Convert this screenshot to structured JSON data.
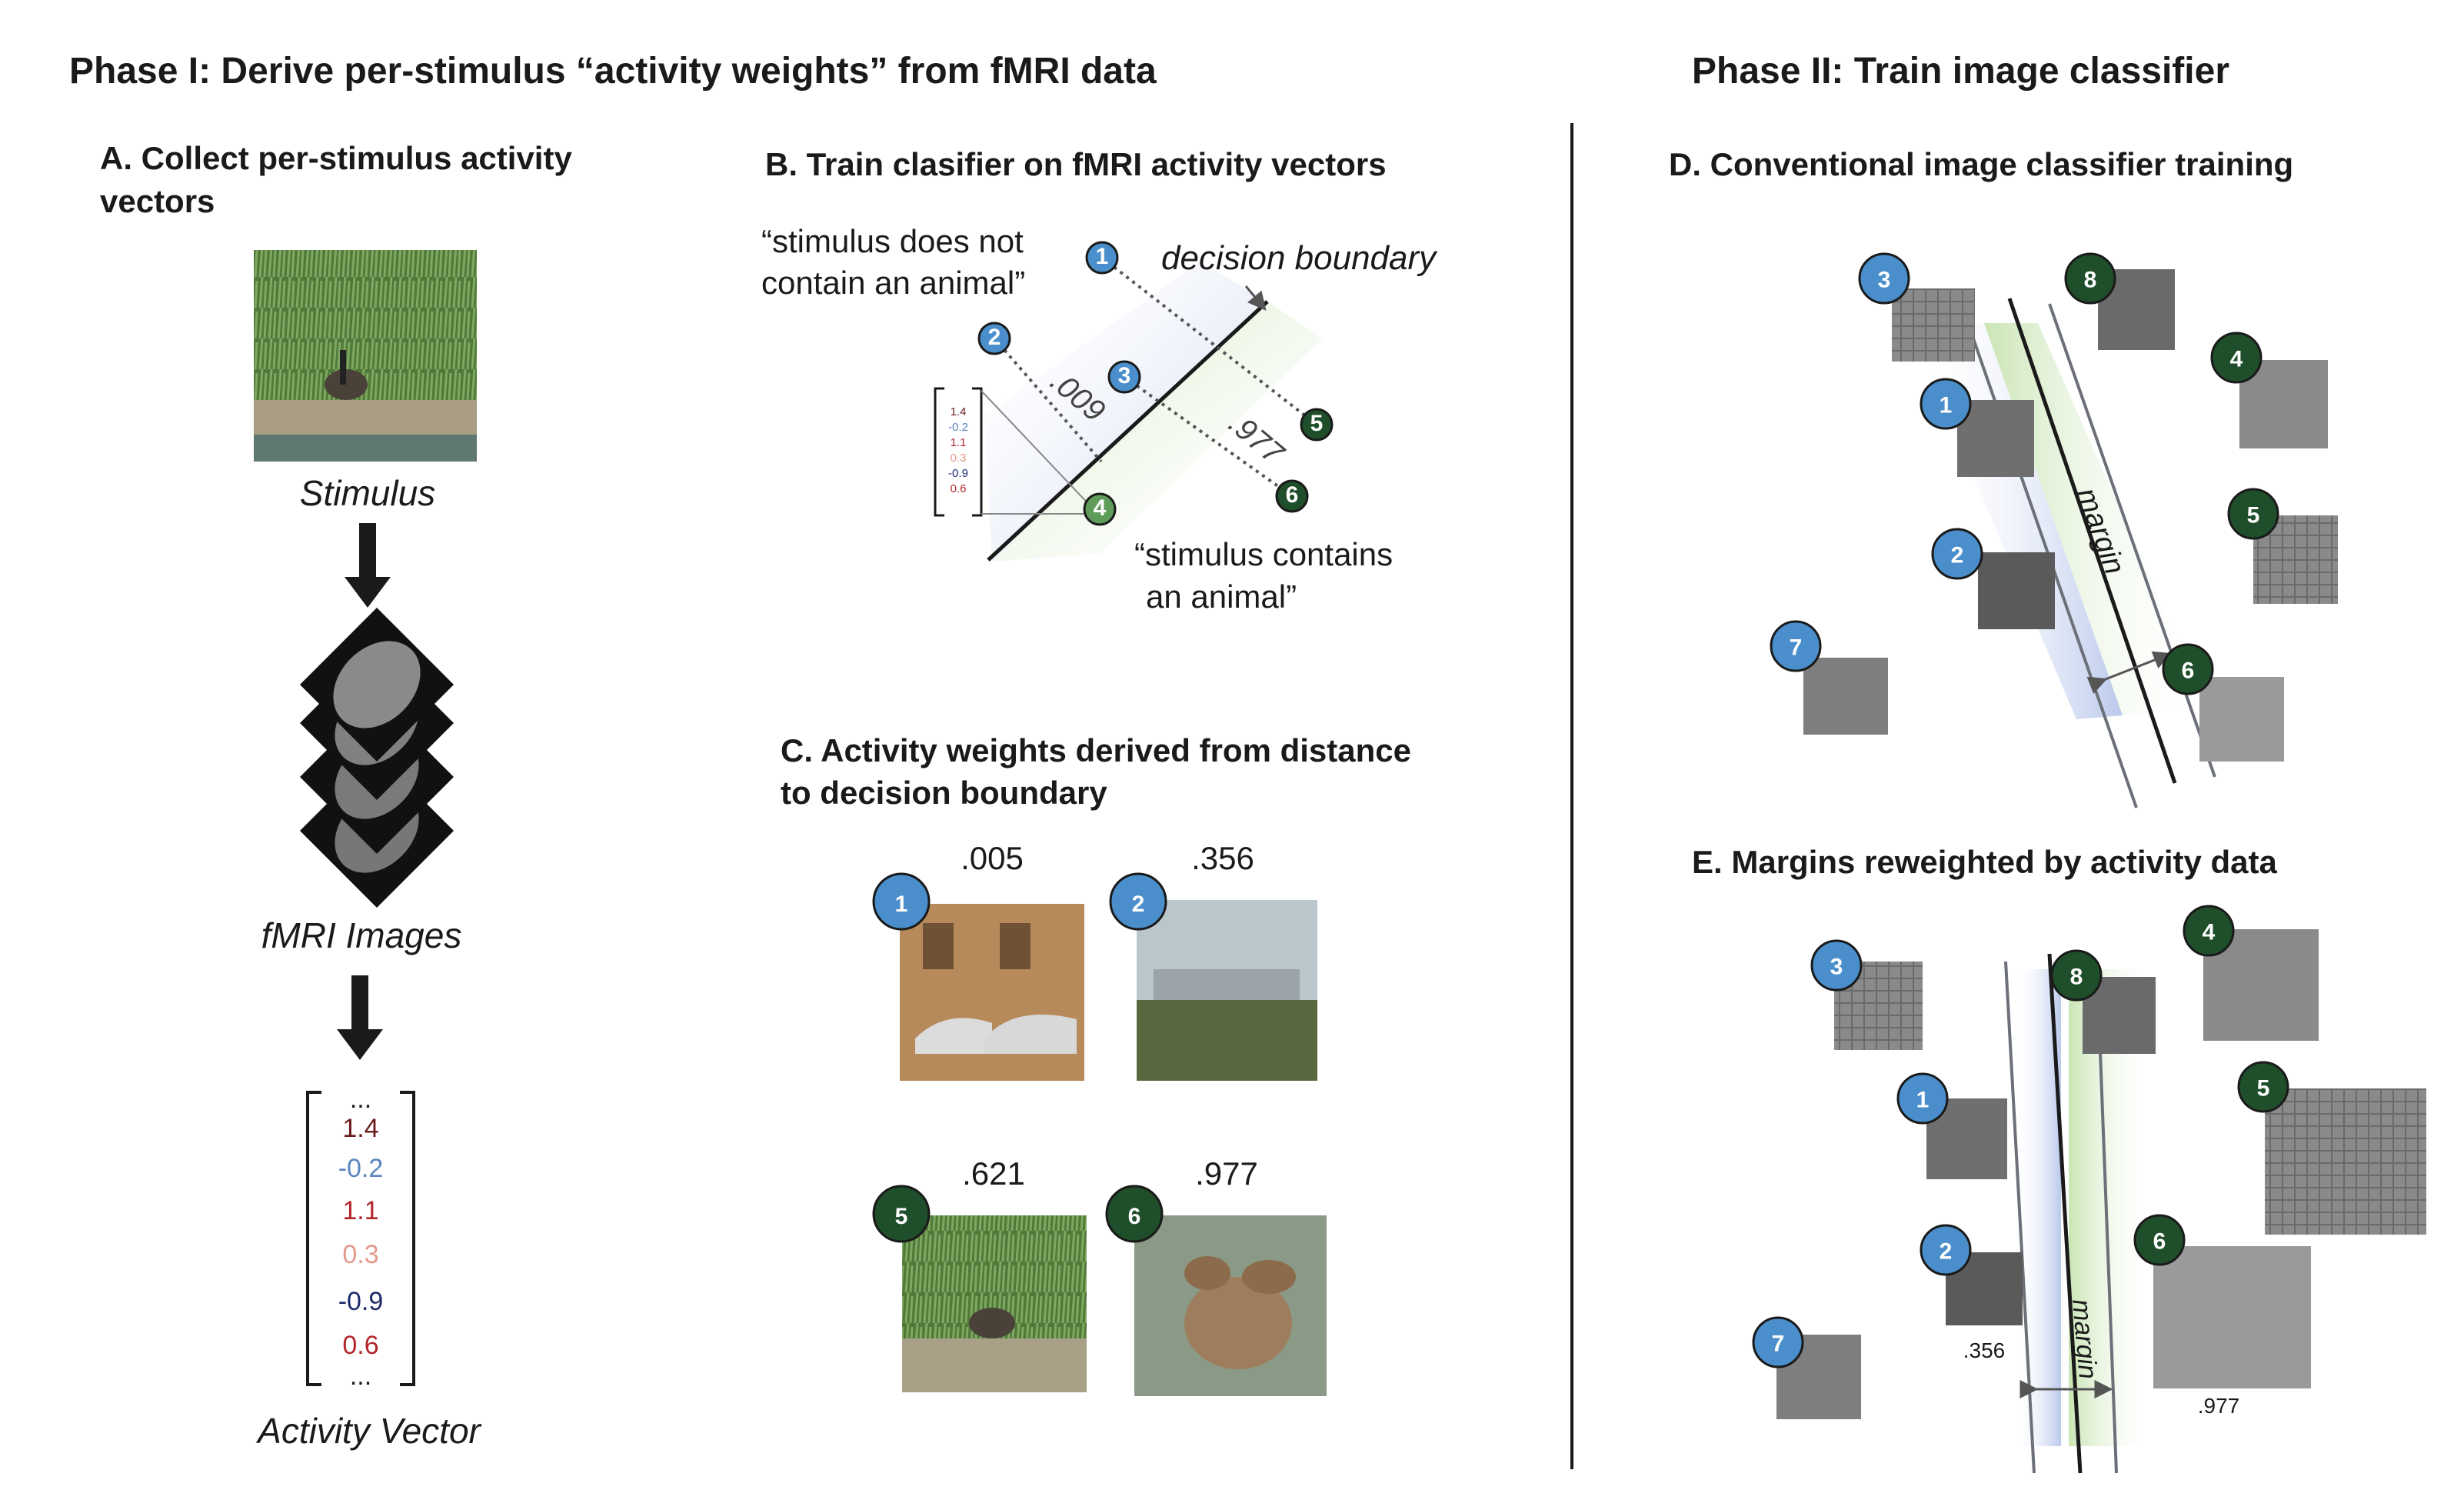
{
  "phase1": {
    "title": "Phase I: Derive per-stimulus “activity weights” from fMRI data"
  },
  "phase2": {
    "title": "Phase II: Train image classifier"
  },
  "panelA": {
    "title_line1": "A. Collect per-stimulus activity",
    "title_line2": "vectors",
    "stimulus_label": "Stimulus",
    "fmri_label": "fMRI Images",
    "vector_label": "Activity Vector",
    "vector_values": [
      "1.4",
      "-0.2",
      "1.1",
      "0.3",
      "-0.9",
      "0.6"
    ],
    "vector_colors": [
      "#6b1a1a",
      "#5b86c0",
      "#b2262b",
      "#e39a8c",
      "#1f2a6b",
      "#b2262b"
    ],
    "ellipsis": "..."
  },
  "panelB": {
    "title": "B. Train clasifier on fMRI activity vectors",
    "no_animal_line1": "“stimulus does not",
    "no_animal_line2": "contain an animal”",
    "animal_line1": "“stimulus contains",
    "animal_line2": "an animal”",
    "boundary_label": "decision boundary",
    "dist_a": ".009",
    "dist_b": ".977",
    "badges": [
      "1",
      "2",
      "3",
      "4",
      "5",
      "6"
    ]
  },
  "panelC": {
    "title_line1": "C. Activity weights derived from distance",
    "title_line2": "to decision boundary",
    "items": [
      {
        "badge": "1",
        "value": ".005"
      },
      {
        "badge": "2",
        "value": ".356"
      },
      {
        "badge": "5",
        "value": ".621"
      },
      {
        "badge": "6",
        "value": ".977"
      }
    ]
  },
  "panelD": {
    "title": "D. Conventional image classifier training",
    "margin_label": "margin",
    "badges": [
      "1",
      "2",
      "3",
      "4",
      "5",
      "6",
      "7",
      "8"
    ]
  },
  "panelE": {
    "title": "E. Margins reweighted by activity data",
    "margin_label": "margin",
    "weight_2": ".356",
    "weight_6": ".977",
    "badges": [
      "1",
      "2",
      "3",
      "4",
      "5",
      "6",
      "7",
      "8"
    ]
  },
  "colors": {
    "blue_badge": "#4a8fcb",
    "green_badge": "#1f4e2a",
    "blue_region": "#c6d2ee",
    "green_region": "#cfe6bf",
    "line": "#1a1a1a",
    "line_gray": "#6c7078"
  }
}
